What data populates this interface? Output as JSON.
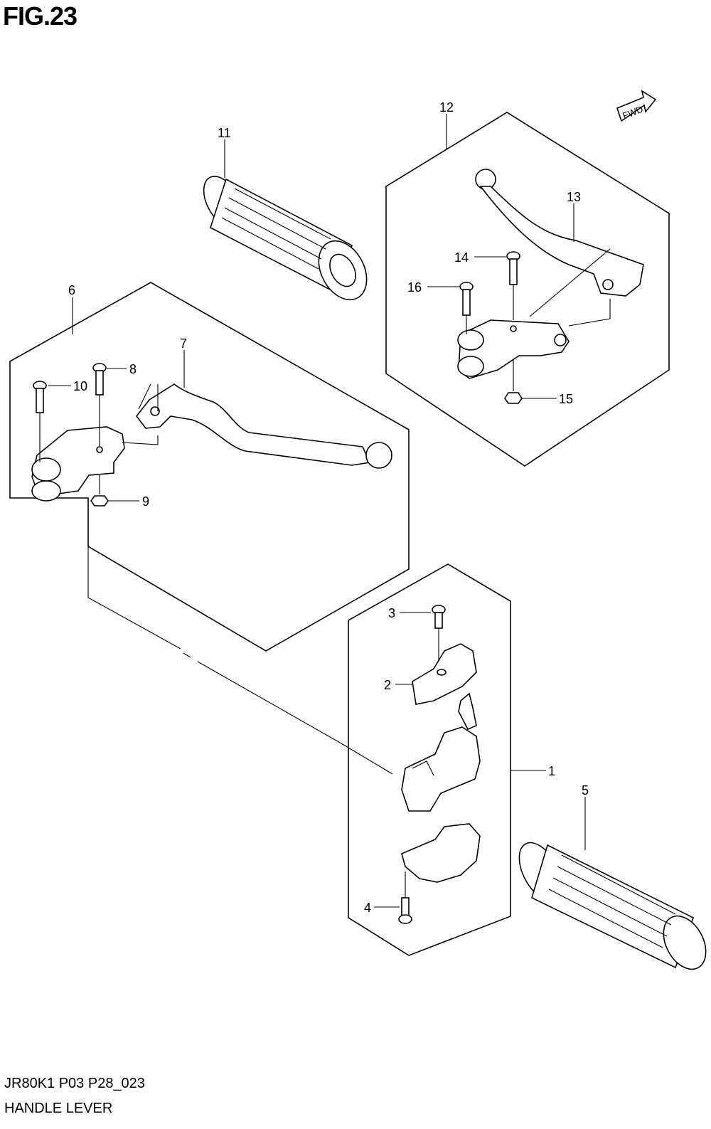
{
  "figure": {
    "title": "FIG.23",
    "code": "JR80K1 P03 P28_023",
    "name": "HANDLE LEVER",
    "fwd_label": "FWD"
  },
  "callouts": [
    "1",
    "2",
    "3",
    "4",
    "5",
    "6",
    "7",
    "8",
    "9",
    "10",
    "11",
    "12",
    "13",
    "14",
    "15",
    "16"
  ]
}
